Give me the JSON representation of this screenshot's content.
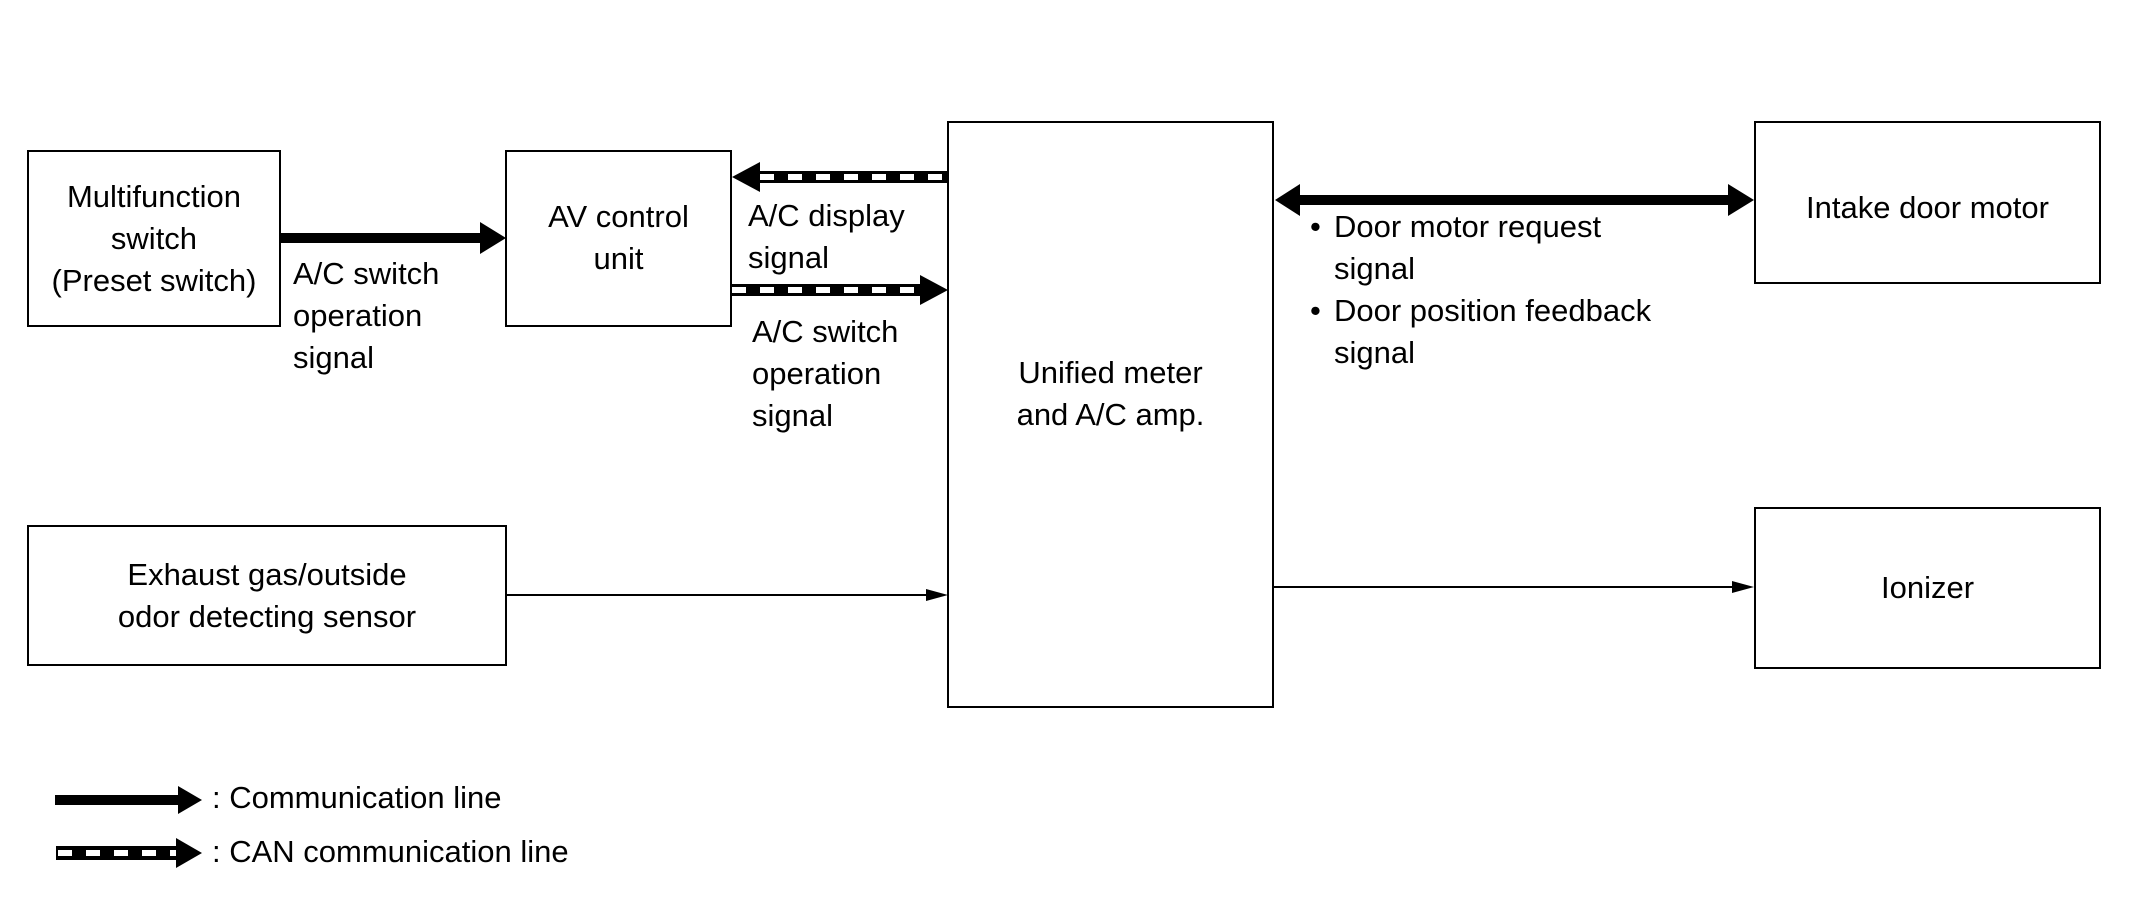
{
  "blocks": {
    "multifunction_switch": "Multifunction\nswitch\n(Preset switch)",
    "av_control_unit": "AV control\nunit",
    "unified_meter": "Unified meter\nand A/C amp.",
    "intake_door_motor": "Intake door motor",
    "exhaust_sensor": "Exhaust gas/outside\nodor detecting sensor",
    "ionizer": "Ionizer"
  },
  "signals": {
    "ac_switch_operation_1": "A/C switch\noperation\nsignal",
    "ac_display": "A/C display\nsignal",
    "ac_switch_operation_2": "A/C switch\noperation\nsignal",
    "door_motor_request": "Door motor request\nsignal",
    "door_position_feedback": "Door position feedback\nsignal",
    "bullet": "•"
  },
  "legend": {
    "communication_line": ": Communication line",
    "can_communication_line": ": CAN communication line"
  },
  "colors": {
    "line": "#000000",
    "background": "#ffffff"
  }
}
